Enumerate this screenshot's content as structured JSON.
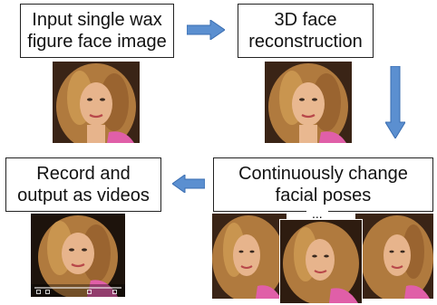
{
  "steps": {
    "input": {
      "line1": "Input single wax",
      "line2": "figure face image"
    },
    "reconstruct": {
      "line1": "3D face",
      "line2": "reconstruction"
    },
    "change": {
      "line1": "Continuously change",
      "line2": "facial poses"
    },
    "record": {
      "line1": "Record and",
      "line2": "output as videos"
    }
  },
  "ellipsis": "...",
  "colors": {
    "arrow": "#5b8fd0",
    "arrow_dark": "#3a6db0",
    "skin": "#e7b48c",
    "hair": "#b07a3e",
    "shirt": "#e05fa8"
  }
}
